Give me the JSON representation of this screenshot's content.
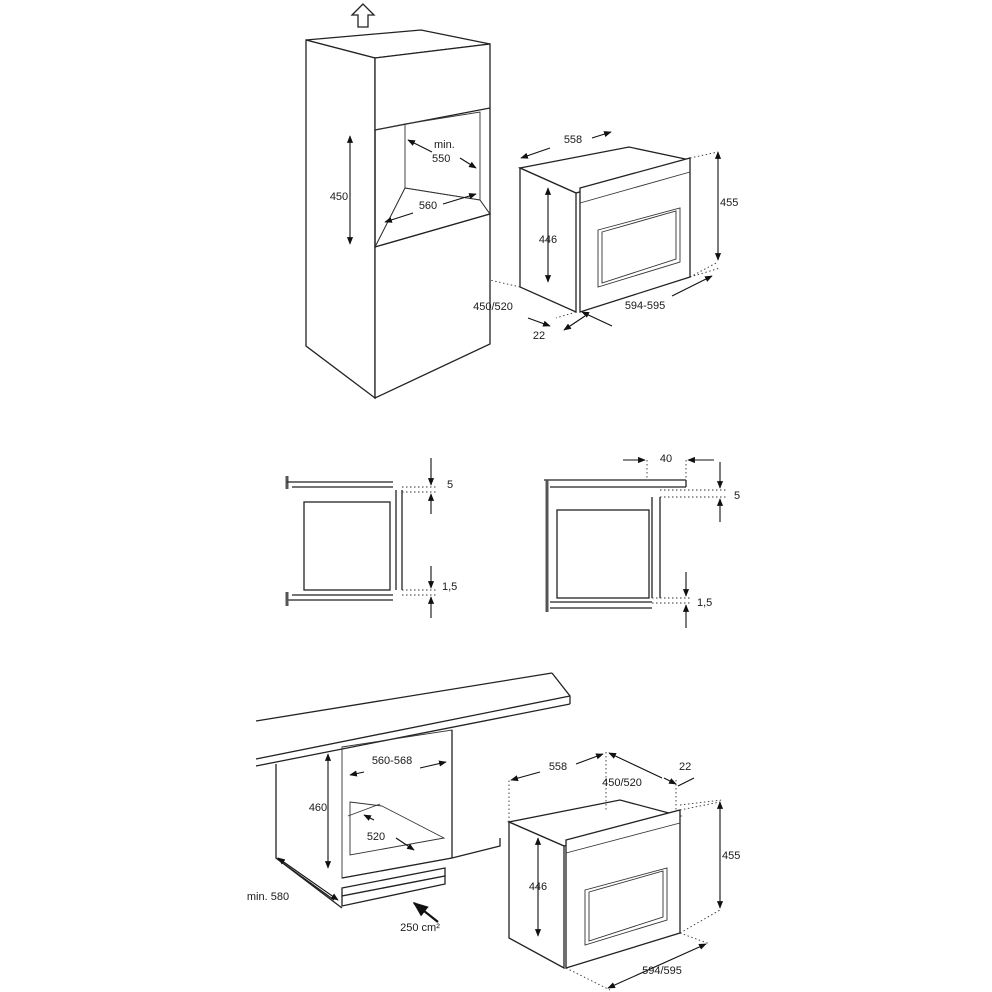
{
  "upper_install": {
    "min_label": "min.",
    "depth_min": "550",
    "niche_height": "450",
    "niche_width": "560",
    "oven_depth": "558",
    "oven_height_total": "455",
    "oven_height_body": "446",
    "install_depth": "450/520",
    "front_offset": "22",
    "oven_width": "594-595"
  },
  "detail_left": {
    "gap_top": "5",
    "gap_bottom": "1,5"
  },
  "detail_right": {
    "overhang": "40",
    "gap_top": "5",
    "gap_bottom": "1,5"
  },
  "lower_install": {
    "niche_width": "560-568",
    "niche_height": "460",
    "niche_depth": "520",
    "min_depth": "min. 580",
    "vent_area": "250 cm²",
    "oven_depth": "558",
    "install_depth": "450/520",
    "front_offset": "22",
    "oven_height_total": "455",
    "oven_height_body": "446",
    "oven_width": "594/595"
  }
}
